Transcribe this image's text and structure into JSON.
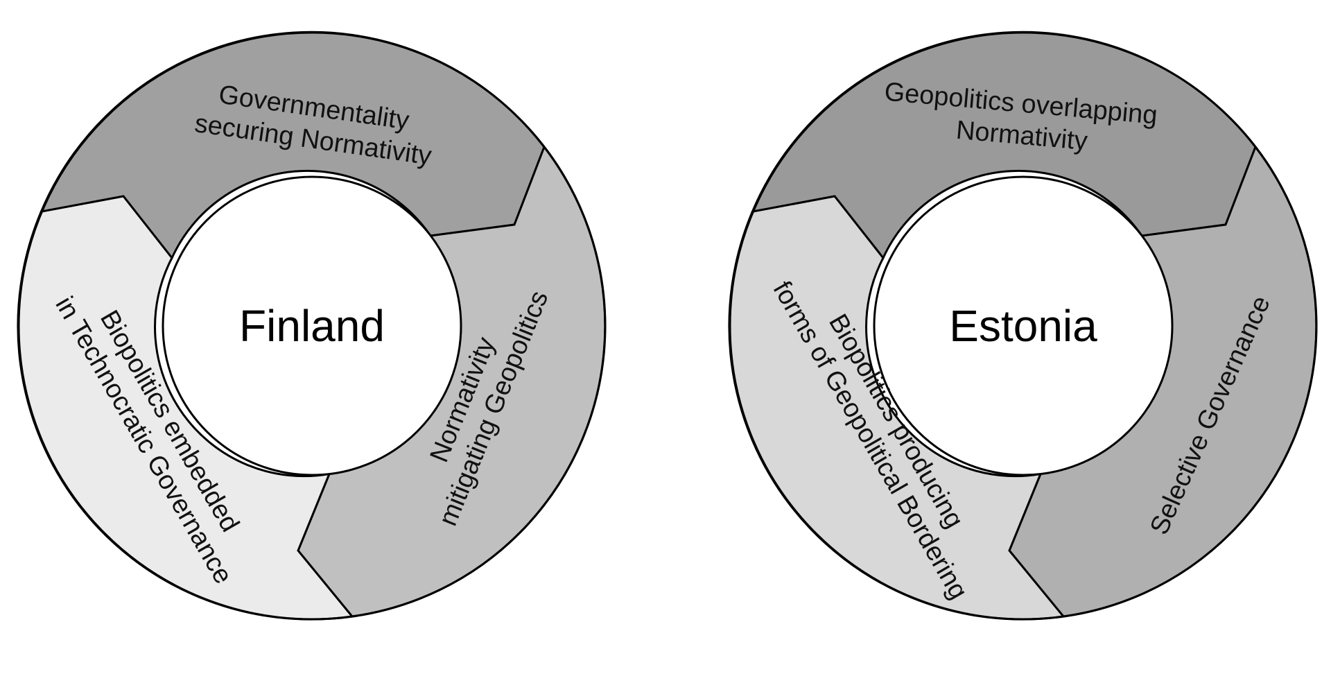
{
  "diagrams": [
    {
      "center_label": "Finland",
      "segments": [
        {
          "label": [
            "Governmentality",
            "securing Normativity"
          ],
          "color": "#a0a0a0"
        },
        {
          "label": [
            "Normativity",
            "mitigating Geopolitics"
          ],
          "color": "#c0c0c0"
        },
        {
          "label": [
            "Biopolitics embedded",
            "in Technocratic Governance"
          ],
          "color": "#ebebeb"
        }
      ]
    },
    {
      "center_label": "Estonia",
      "segments": [
        {
          "label": [
            "Geopolitics overlapping",
            "Normativity"
          ],
          "color": "#9a9a9a"
        },
        {
          "label": [
            "Selective Governance"
          ],
          "color": "#b0b0b0"
        },
        {
          "label": [
            "Biopolitics producing",
            "forms of Geopolitical Bordering"
          ],
          "color": "#d8d8d8"
        }
      ]
    }
  ]
}
